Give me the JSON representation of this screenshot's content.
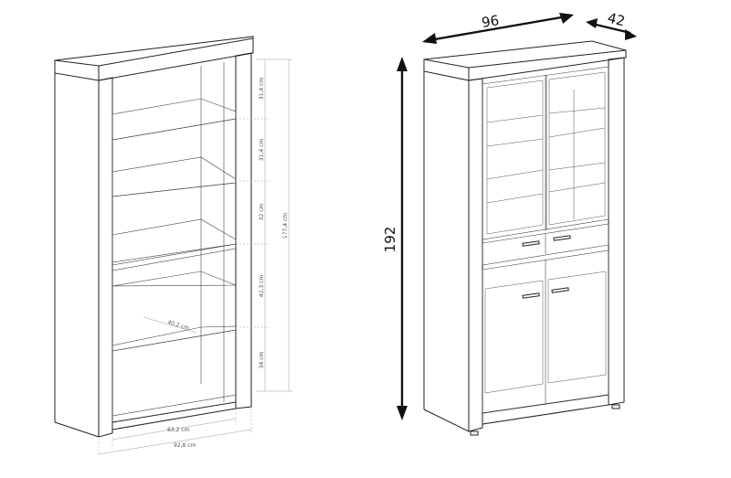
{
  "open_view": {
    "dims": {
      "h1": "31,4 cm",
      "h2": "31,4 cm",
      "h3": "32 cm",
      "h4": "42,3 cm",
      "h5": "34 cm",
      "total": "177,4 cm",
      "depth": "40,2 cm",
      "inner_width": "83,2 cm",
      "outer_width": "92,8 cm"
    }
  },
  "closed_view": {
    "width": "96",
    "depth": "42",
    "height": "192"
  }
}
